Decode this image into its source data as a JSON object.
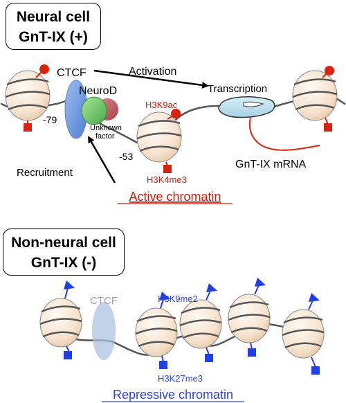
{
  "panels": {
    "neural": {
      "title_line1": "Neural cell",
      "title_line2": "GnT-IX (+)"
    },
    "non_neural": {
      "title_line1": "Non-neural cell",
      "title_line2": "GnT-IX (-)"
    }
  },
  "labels": {
    "ctcf": "CTCF",
    "neurod": "NeuroD",
    "unknown_factor_line1": "Unknown",
    "unknown_factor_line2": "factor",
    "activation": "Activation",
    "transcription": "Transcription",
    "recruitment": "Recruitment",
    "minus79": "-79",
    "minus53": "-53",
    "h3k9ac": "H3K9ac",
    "h3k4me3": "H3K4me3",
    "mrna": "GnT-IX mRNA",
    "active_chromatin": "Active chromatin",
    "ctcf_faded": "CTCF",
    "h3k9me2": "H3K9me2",
    "h3k27me3": "H3K27me3",
    "repressive_chromatin": "Repressive chromatin"
  },
  "colors": {
    "active_mark": "#d9230f",
    "repressive_mark": "#1f3fe6",
    "active_text": "#c81e0e",
    "repressive_text": "#2d44d8",
    "ctcf": "#6f9bdc",
    "neurod": "#6fc26a",
    "unknown_factor": "#b7545c",
    "polymerase": "#b9dcea",
    "nucleosome": "#f6e3cf"
  },
  "icons": {
    "active_mark_top": "circle",
    "active_mark_bottom": "square",
    "repressive_mark_top": "triangle",
    "repressive_mark_bottom": "square"
  }
}
